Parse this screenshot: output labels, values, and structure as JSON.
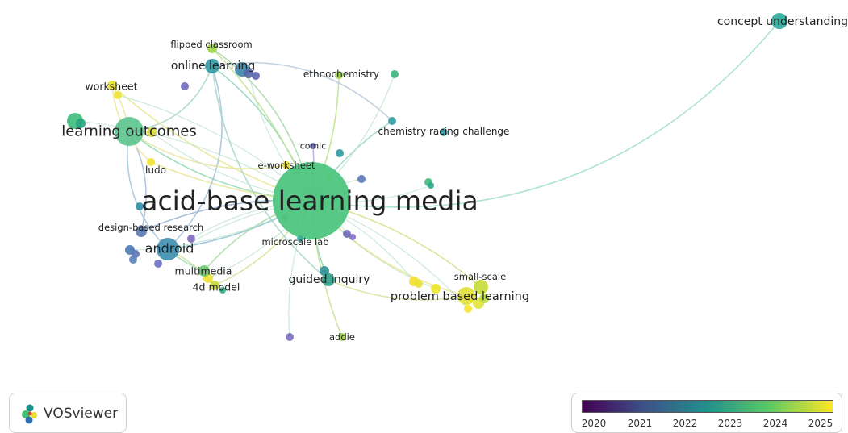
{
  "app": {
    "name": "VOSviewer"
  },
  "color_scale": {
    "colors": [
      "#440154",
      "#3b528b",
      "#21918c",
      "#5ec962",
      "#fde725"
    ],
    "ticks": [
      "2020",
      "2021",
      "2022",
      "2023",
      "2024",
      "2025"
    ]
  },
  "nodes": [
    {
      "id": "acid",
      "label": "acid-base learning media",
      "color": "#4fc580"
    },
    {
      "id": "concept",
      "label": "concept understanding",
      "color": "#2aa79a"
    },
    {
      "id": "learning_outcomes",
      "label": "learning outcomes",
      "color": "#5cc38d"
    },
    {
      "id": "online",
      "label": "online learning",
      "color": "#2f9aa6"
    },
    {
      "id": "flipped",
      "label": "flipped classroom",
      "color": "#9fd34a"
    },
    {
      "id": "worksheet",
      "label": "worksheet",
      "color": "#e6df2e"
    },
    {
      "id": "ethno",
      "label": "ethnochemistry",
      "color": "#9bd548"
    },
    {
      "id": "racing",
      "label": "chemistry racing challenge",
      "color": "#2f9fa0"
    },
    {
      "id": "comic",
      "label": "comic",
      "color": "#6a6fbf"
    },
    {
      "id": "eworksheet",
      "label": "e-worksheet",
      "color": "#e3dc3a"
    },
    {
      "id": "ludo",
      "label": "ludo",
      "color": "#f0e330"
    },
    {
      "id": "design",
      "label": "design-based research",
      "color": "#5a79b5"
    },
    {
      "id": "android",
      "label": "android",
      "color": "#3c8fb0"
    },
    {
      "id": "microscale",
      "label": "microscale lab",
      "color": "#3aa99a"
    },
    {
      "id": "multimedia",
      "label": "multimedia",
      "color": "#6bc86a"
    },
    {
      "id": "fourd",
      "label": "4d model",
      "color": "#c8dc3a"
    },
    {
      "id": "guided",
      "label": "guided inquiry",
      "color": "#2c9c86"
    },
    {
      "id": "pbl",
      "label": "problem based learning",
      "color": "#e1df32"
    },
    {
      "id": "smallscale",
      "label": "small-scale",
      "color": "#c7da37"
    },
    {
      "id": "addie",
      "label": "addie",
      "color": "#9fd244"
    }
  ]
}
